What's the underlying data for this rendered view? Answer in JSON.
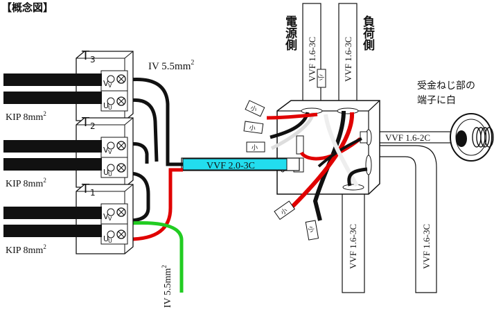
{
  "title": "【概念図】",
  "terminals": [
    {
      "name": "T",
      "sub": "3",
      "cable": "KIP 8mm",
      "cable_exp": "2"
    },
    {
      "name": "T",
      "sub": "2",
      "cable": "KIP 8mm",
      "cable_exp": "2"
    },
    {
      "name": "T",
      "sub": "1",
      "cable": "KIP 8mm",
      "cable_exp": "2"
    }
  ],
  "terminal_label_v": "V",
  "terminal_label_v_sub": "V",
  "terminal_label_u": "U",
  "terminal_label_u_sub": "U",
  "iv_top": {
    "text": "IV 5.5mm",
    "exp": "2"
  },
  "iv_bottom": {
    "text": "IV 5.5mm",
    "exp": "2"
  },
  "vvf_main": "VVF 2.0-3C",
  "source_side": "電源側",
  "load_side": "負荷側",
  "vvf_source": "VVF 1.6-3C",
  "vvf_load": "VVF 1.6-3C",
  "vvf_lamp": "VVF 1.6-2C",
  "vvf_down1": "VVF 1.6-3C",
  "vvf_down2": "VVF 1.6-3C",
  "lamp_note_line1": "受金ねじ部の",
  "lamp_note_line2": "端子に白",
  "connector_mark": "小",
  "colors": {
    "red": "#e00000",
    "black": "#111111",
    "green": "#22cc22",
    "cyan": "#22ddee",
    "white": "#ffffff"
  }
}
